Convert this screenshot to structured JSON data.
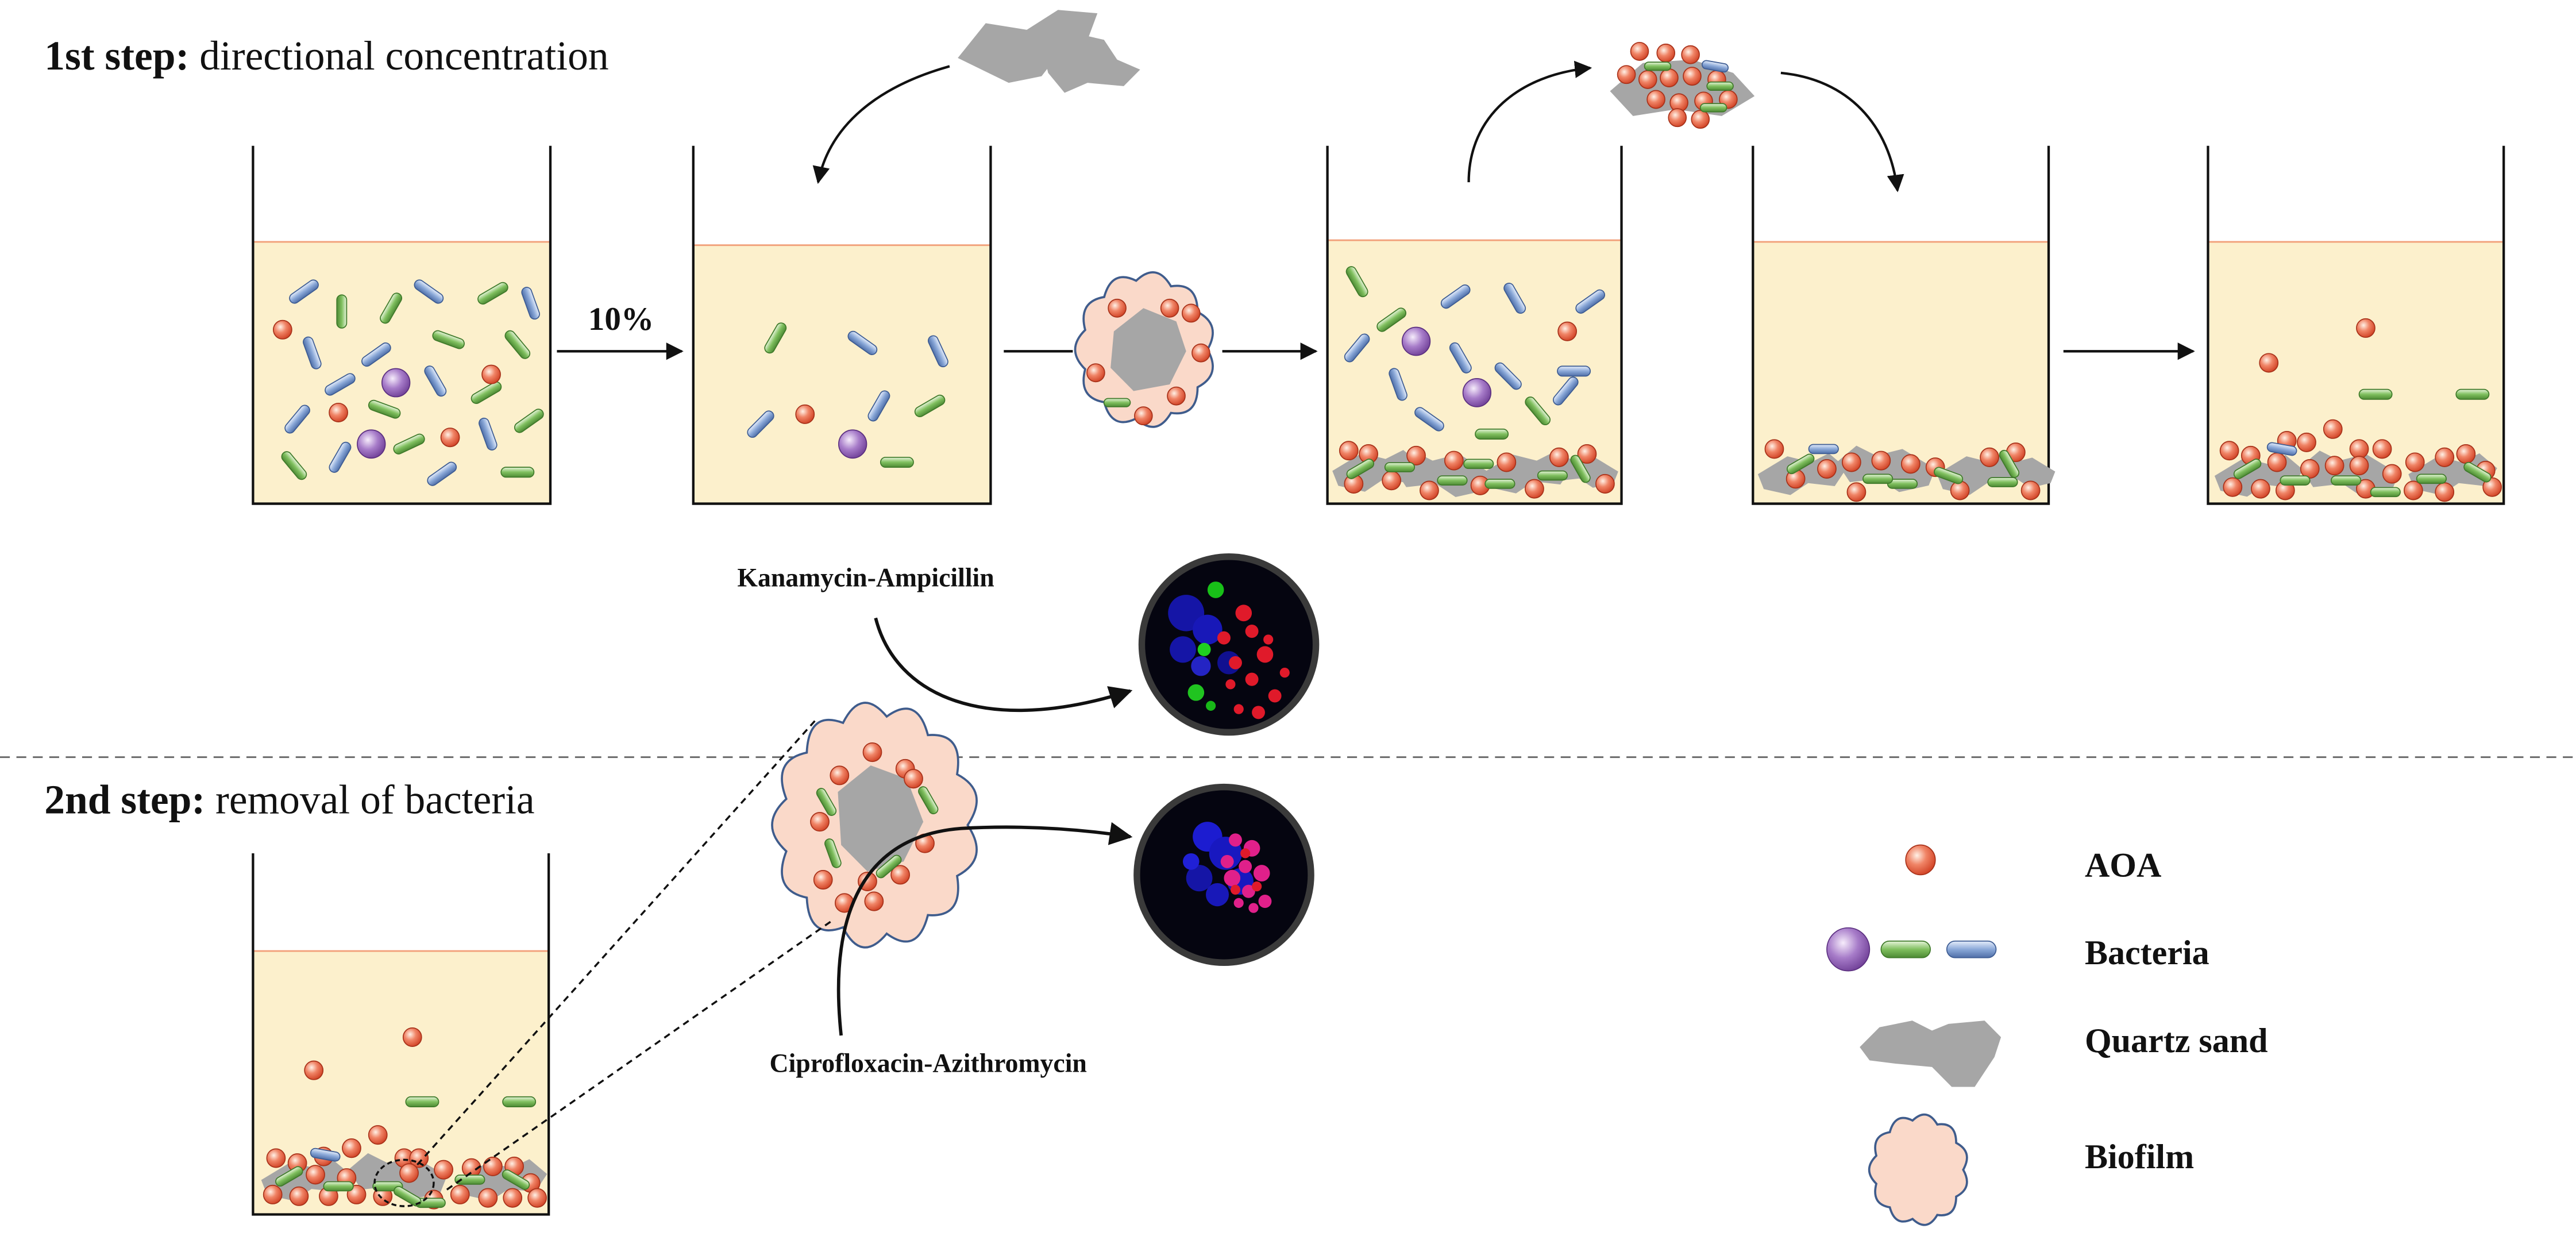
{
  "step1": {
    "prefix": "1st step:",
    "text": " directional concentration"
  },
  "step2": {
    "prefix": "2nd step:",
    "text": " removal of bacteria"
  },
  "transfer_label": "10%",
  "treatments": {
    "first": "Kanamycin-Ampicillin",
    "second": "Ciprofloxacin-Azithromycin"
  },
  "legend": {
    "aoa": "AOA",
    "bacteria": "Bacteria",
    "quartz": "Quartz sand",
    "biofilm": "Biofilm"
  },
  "colors": {
    "medium": "#fcf0cc",
    "medium_line": "#f2a07a",
    "aoa_fill": "#e8563a",
    "bacteria_green": "#6aa84f",
    "bacteria_blue": "#6d8fc7",
    "bacteria_purple": "#8e5fb3",
    "quartz": "#a6a6a6",
    "biofilm": "#fad9c9",
    "biofilm_outline": "#3f5c8c",
    "micrograph_bg": "#050510"
  }
}
